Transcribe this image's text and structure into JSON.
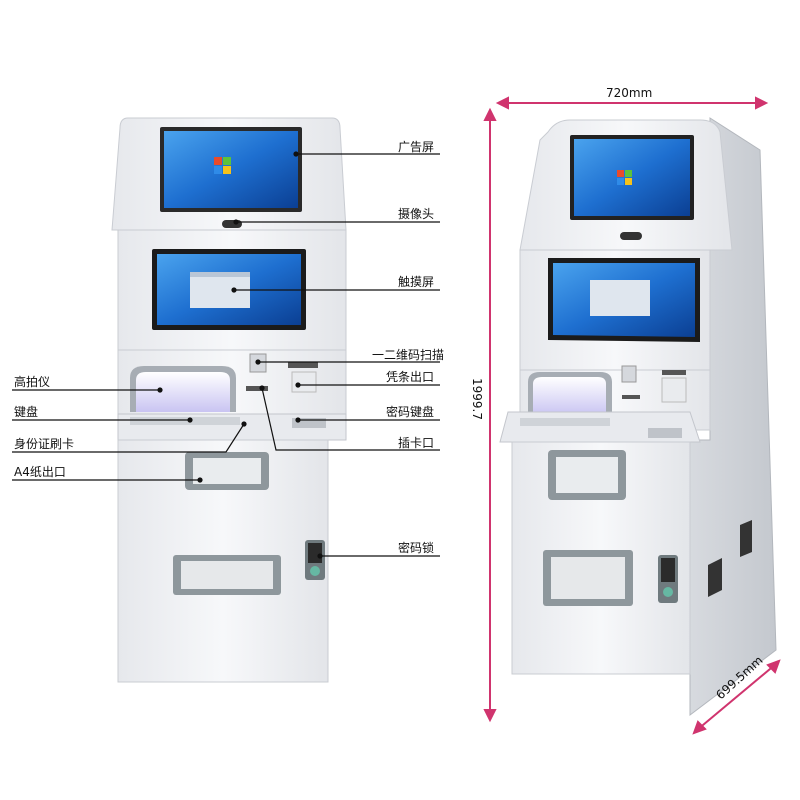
{
  "labels": {
    "ad_screen": "广告屏",
    "camera": "摄像头",
    "touch_screen": "触摸屏",
    "qr_scanner": "一二维码扫描",
    "receipt_outlet": "凭条出口",
    "pin_pad": "密码键盘",
    "card_slot": "插卡口",
    "password_lock": "密码锁",
    "document_camera": "高拍仪",
    "keyboard": "键盘",
    "id_card_swipe": "身份证刷卡",
    "a4_outlet": "A4纸出口"
  },
  "dimensions": {
    "width": "720mm",
    "height": "1999.7",
    "depth": "699.5mm"
  },
  "colors": {
    "dimension_line": "#d0346e",
    "screen_blue": "#1e6fd0",
    "cabinet": "#f1f2f4",
    "label_line": "#111111"
  }
}
